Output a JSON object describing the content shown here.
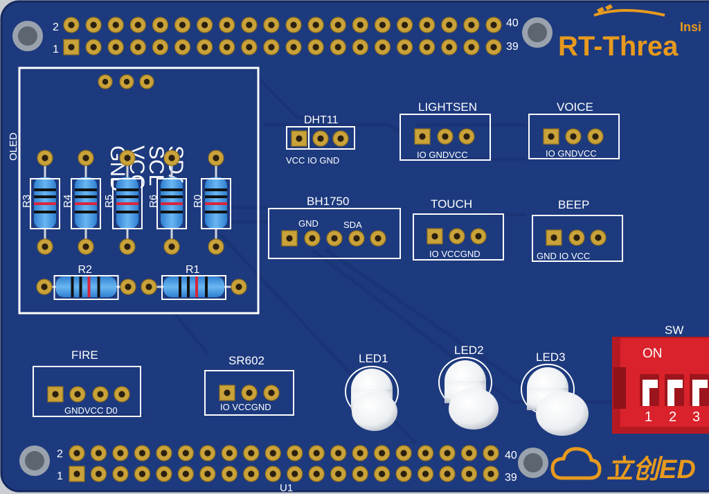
{
  "header": {
    "pin_top_left": "2",
    "pin_bottom_left": "1",
    "pin_top_right": "40",
    "pin_bottom_right": "39"
  },
  "footer_header": {
    "pin_top_left": "2",
    "pin_bottom_left": "1",
    "pin_top_right": "40",
    "pin_bottom_right": "39",
    "ref": "U1"
  },
  "branding": {
    "rt_thread": "RT-Threa",
    "rt_thread_tag": "Insi",
    "lceda": "立创ED",
    "color": "#e79a1e"
  },
  "oled": {
    "label": "OLED",
    "pins": [
      "GND",
      "VCC",
      "SCL",
      "SDA"
    ],
    "resistors_v": [
      "R3",
      "R4",
      "R5",
      "R6",
      "R0"
    ],
    "resistors_h": [
      "R2",
      "R1"
    ]
  },
  "modules": {
    "dht11": {
      "title": "DHT11",
      "pins": "VCC  IO GND"
    },
    "lightsen": {
      "title": "LIGHTSEN",
      "pins": "IO GNDVCC"
    },
    "voice": {
      "title": "VOICE",
      "pins": "IO GNDVCC"
    },
    "bh1750": {
      "title": "BH1750",
      "pin_gnd": "GND",
      "pin_sda": "SDA"
    },
    "touch": {
      "title": "TOUCH",
      "pins": "IO VCCGND"
    },
    "beep": {
      "title": "BEEP",
      "pins": "GND IO  VCC"
    },
    "fire": {
      "title": "FIRE",
      "pins": "GNDVCC D0"
    },
    "sr602": {
      "title": "SR602",
      "pins": "IO VCCGND"
    }
  },
  "leds": [
    "LED1",
    "LED2",
    "LED3"
  ],
  "switch": {
    "title": "SW",
    "on": "ON",
    "numbers": [
      "1",
      "2",
      "3"
    ]
  },
  "colors": {
    "board": "#1d3a7e",
    "pad": "#c9a23a",
    "silk": "#ffffff",
    "switch": "#d9222b"
  }
}
